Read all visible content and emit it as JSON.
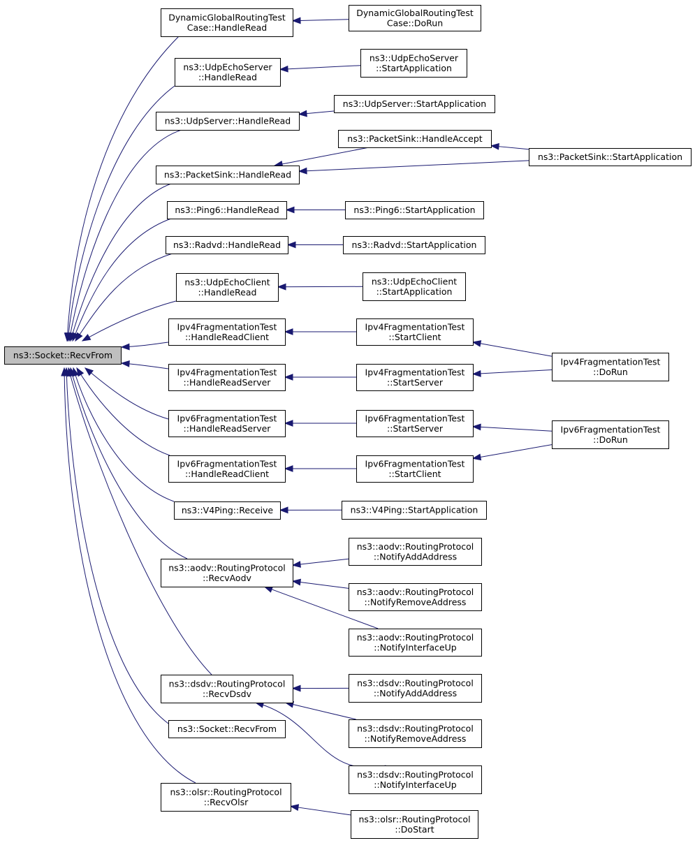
{
  "graph": {
    "type": "call-graph",
    "direction": "right-to-left callers",
    "edge_color": "#191970",
    "root_fill": "#bfbfbf",
    "nodes": [
      {
        "id": "root",
        "lines": [
          "ns3::Socket::RecvFrom"
        ],
        "root": true
      },
      {
        "id": "dgr_hr",
        "lines": [
          "DynamicGlobalRoutingTest",
          "Case::HandleRead"
        ]
      },
      {
        "id": "dgr_run",
        "lines": [
          "DynamicGlobalRoutingTest",
          "Case::DoRun"
        ]
      },
      {
        "id": "ues_hr",
        "lines": [
          "ns3::UdpEchoServer",
          "::HandleRead"
        ]
      },
      {
        "id": "ues_sa",
        "lines": [
          "ns3::UdpEchoServer",
          "::StartApplication"
        ]
      },
      {
        "id": "us_hr",
        "lines": [
          "ns3::UdpServer::HandleRead"
        ]
      },
      {
        "id": "us_sa",
        "lines": [
          "ns3::UdpServer::StartApplication"
        ]
      },
      {
        "id": "ps_ha",
        "lines": [
          "ns3::PacketSink::HandleAccept"
        ]
      },
      {
        "id": "ps_hr",
        "lines": [
          "ns3::PacketSink::HandleRead"
        ]
      },
      {
        "id": "ps_sa",
        "lines": [
          "ns3::PacketSink::StartApplication"
        ]
      },
      {
        "id": "p6_hr",
        "lines": [
          "ns3::Ping6::HandleRead"
        ]
      },
      {
        "id": "p6_sa",
        "lines": [
          "ns3::Ping6::StartApplication"
        ]
      },
      {
        "id": "rv_hr",
        "lines": [
          "ns3::Radvd::HandleRead"
        ]
      },
      {
        "id": "rv_sa",
        "lines": [
          "ns3::Radvd::StartApplication"
        ]
      },
      {
        "id": "uec_hr",
        "lines": [
          "ns3::UdpEchoClient",
          "::HandleRead"
        ]
      },
      {
        "id": "uec_sa",
        "lines": [
          "ns3::UdpEchoClient",
          "::StartApplication"
        ]
      },
      {
        "id": "i4_hrc",
        "lines": [
          "Ipv4FragmentationTest",
          "::HandleReadClient"
        ]
      },
      {
        "id": "i4_sc",
        "lines": [
          "Ipv4FragmentationTest",
          "::StartClient"
        ]
      },
      {
        "id": "i4_run",
        "lines": [
          "Ipv4FragmentationTest",
          "::DoRun"
        ]
      },
      {
        "id": "i4_hrs",
        "lines": [
          "Ipv4FragmentationTest",
          "::HandleReadServer"
        ]
      },
      {
        "id": "i4_ss",
        "lines": [
          "Ipv4FragmentationTest",
          "::StartServer"
        ]
      },
      {
        "id": "i6_hrs",
        "lines": [
          "Ipv6FragmentationTest",
          "::HandleReadServer"
        ]
      },
      {
        "id": "i6_ss",
        "lines": [
          "Ipv6FragmentationTest",
          "::StartServer"
        ]
      },
      {
        "id": "i6_run",
        "lines": [
          "Ipv6FragmentationTest",
          "::DoRun"
        ]
      },
      {
        "id": "i6_hrc",
        "lines": [
          "Ipv6FragmentationTest",
          "::HandleReadClient"
        ]
      },
      {
        "id": "i6_sc",
        "lines": [
          "Ipv6FragmentationTest",
          "::StartClient"
        ]
      },
      {
        "id": "v4_rc",
        "lines": [
          "ns3::V4Ping::Receive"
        ]
      },
      {
        "id": "v4_sa",
        "lines": [
          "ns3::V4Ping::StartApplication"
        ]
      },
      {
        "id": "ao_ra",
        "lines": [
          "ns3::aodv::RoutingProtocol",
          "::RecvAodv"
        ]
      },
      {
        "id": "ao_naa",
        "lines": [
          "ns3::aodv::RoutingProtocol",
          "::NotifyAddAddress"
        ]
      },
      {
        "id": "ao_nra",
        "lines": [
          "ns3::aodv::RoutingProtocol",
          "::NotifyRemoveAddress"
        ]
      },
      {
        "id": "ao_niu",
        "lines": [
          "ns3::aodv::RoutingProtocol",
          "::NotifyInterfaceUp"
        ]
      },
      {
        "id": "ds_rd",
        "lines": [
          "ns3::dsdv::RoutingProtocol",
          "::RecvDsdv"
        ]
      },
      {
        "id": "ds_naa",
        "lines": [
          "ns3::dsdv::RoutingProtocol",
          "::NotifyAddAddress"
        ]
      },
      {
        "id": "ds_nra",
        "lines": [
          "ns3::dsdv::RoutingProtocol",
          "::NotifyRemoveAddress"
        ]
      },
      {
        "id": "ds_niu",
        "lines": [
          "ns3::dsdv::RoutingProtocol",
          "::NotifyInterfaceUp"
        ]
      },
      {
        "id": "sk_rf",
        "lines": [
          "ns3::Socket::RecvFrom"
        ]
      },
      {
        "id": "ol_ro",
        "lines": [
          "ns3::olsr::RoutingProtocol",
          "::RecvOlsr"
        ]
      },
      {
        "id": "ol_ds",
        "lines": [
          "ns3::olsr::RoutingProtocol",
          "::DoStart"
        ]
      }
    ],
    "edges": [
      {
        "from": "dgr_hr",
        "to": "root"
      },
      {
        "from": "ues_hr",
        "to": "root"
      },
      {
        "from": "us_hr",
        "to": "root"
      },
      {
        "from": "ps_hr",
        "to": "root"
      },
      {
        "from": "p6_hr",
        "to": "root"
      },
      {
        "from": "rv_hr",
        "to": "root"
      },
      {
        "from": "uec_hr",
        "to": "root"
      },
      {
        "from": "i4_hrc",
        "to": "root"
      },
      {
        "from": "i4_hrs",
        "to": "root"
      },
      {
        "from": "i6_hrs",
        "to": "root"
      },
      {
        "from": "i6_hrc",
        "to": "root"
      },
      {
        "from": "v4_rc",
        "to": "root"
      },
      {
        "from": "ao_ra",
        "to": "root"
      },
      {
        "from": "ds_rd",
        "to": "root"
      },
      {
        "from": "sk_rf",
        "to": "root"
      },
      {
        "from": "ol_ro",
        "to": "root"
      },
      {
        "from": "dgr_run",
        "to": "dgr_hr"
      },
      {
        "from": "ues_sa",
        "to": "ues_hr"
      },
      {
        "from": "us_sa",
        "to": "us_hr"
      },
      {
        "from": "ps_ha",
        "to": "ps_hr"
      },
      {
        "from": "ps_sa",
        "to": "ps_hr"
      },
      {
        "from": "ps_sa",
        "to": "ps_ha"
      },
      {
        "from": "p6_sa",
        "to": "p6_hr"
      },
      {
        "from": "rv_sa",
        "to": "rv_hr"
      },
      {
        "from": "uec_sa",
        "to": "uec_hr"
      },
      {
        "from": "i4_sc",
        "to": "i4_hrc"
      },
      {
        "from": "i4_run",
        "to": "i4_sc"
      },
      {
        "from": "i4_ss",
        "to": "i4_hrs"
      },
      {
        "from": "i4_run",
        "to": "i4_ss"
      },
      {
        "from": "i6_ss",
        "to": "i6_hrs"
      },
      {
        "from": "i6_run",
        "to": "i6_ss"
      },
      {
        "from": "i6_sc",
        "to": "i6_hrc"
      },
      {
        "from": "i6_run",
        "to": "i6_sc"
      },
      {
        "from": "v4_sa",
        "to": "v4_rc"
      },
      {
        "from": "ao_naa",
        "to": "ao_ra"
      },
      {
        "from": "ao_nra",
        "to": "ao_ra"
      },
      {
        "from": "ao_niu",
        "to": "ao_ra"
      },
      {
        "from": "ds_naa",
        "to": "ds_rd"
      },
      {
        "from": "ds_nra",
        "to": "ds_rd"
      },
      {
        "from": "ds_niu",
        "to": "ds_rd"
      },
      {
        "from": "ol_ds",
        "to": "ol_ro"
      }
    ]
  }
}
